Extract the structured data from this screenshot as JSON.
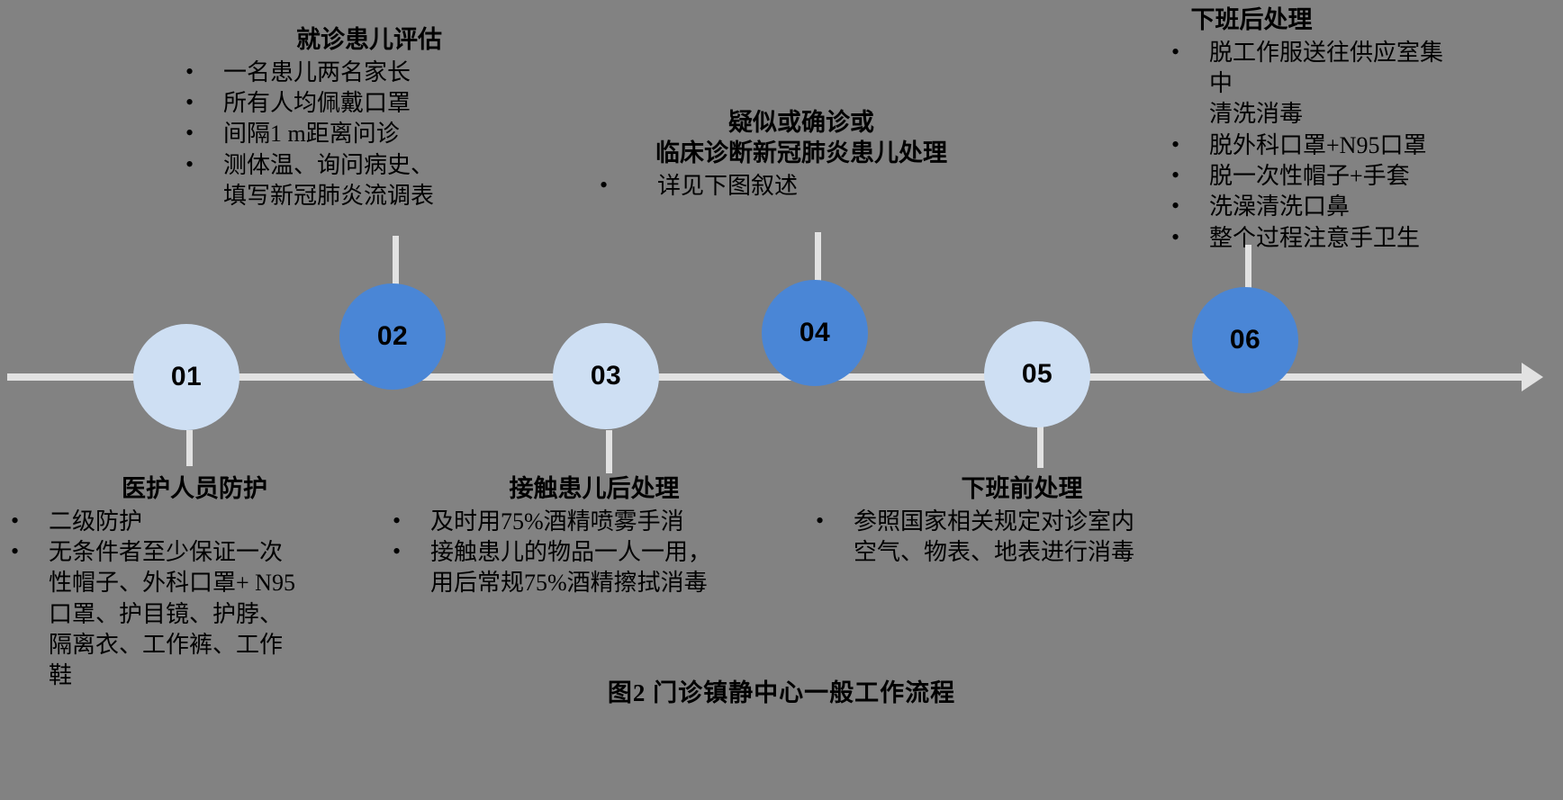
{
  "figure": {
    "caption": "图2  门诊镇静中心一般工作流程",
    "background_color": "#828282",
    "axis_color": "#e2e2e2",
    "node_light_color": "#cedff3",
    "node_dark_color": "#4a86d6"
  },
  "nodes": [
    {
      "number": "01",
      "style": "light"
    },
    {
      "number": "02",
      "style": "dark"
    },
    {
      "number": "03",
      "style": "light"
    },
    {
      "number": "04",
      "style": "dark"
    },
    {
      "number": "05",
      "style": "light"
    },
    {
      "number": "06",
      "style": "dark"
    }
  ],
  "blocks": {
    "step1": {
      "heading": "医护人员防护",
      "items": [
        "二级防护",
        "无条件者至少保证一次\n性帽子、外科口罩+ N95\n口罩、护目镜、护脖、\n隔离衣、工作裤、工作\n鞋"
      ]
    },
    "step2": {
      "heading": "就诊患儿评估",
      "items": [
        "一名患儿两名家长",
        "所有人均佩戴口罩",
        "间隔1 m距离问诊",
        "测体温、询问病史、\n填写新冠肺炎流调表"
      ]
    },
    "step3": {
      "heading": "接触患儿后处理",
      "items": [
        "及时用75%酒精喷雾手消",
        "接触患儿的物品一人一用，\n用后常规75%酒精擦拭消毒"
      ]
    },
    "step4": {
      "heading": "疑似或确诊或\n临床诊断新冠肺炎患儿处理",
      "items": [
        "详见下图叙述"
      ]
    },
    "step5": {
      "heading": "下班前处理",
      "items": [
        "参照国家相关规定对诊室内\n空气、物表、地表进行消毒"
      ]
    },
    "step6": {
      "heading": "下班后处理",
      "items": [
        "脱工作服送往供应室集中\n清洗消毒",
        "脱外科口罩+N95口罩",
        "脱一次性帽子+手套",
        "洗澡清洗口鼻",
        "整个过程注意手卫生"
      ]
    }
  }
}
